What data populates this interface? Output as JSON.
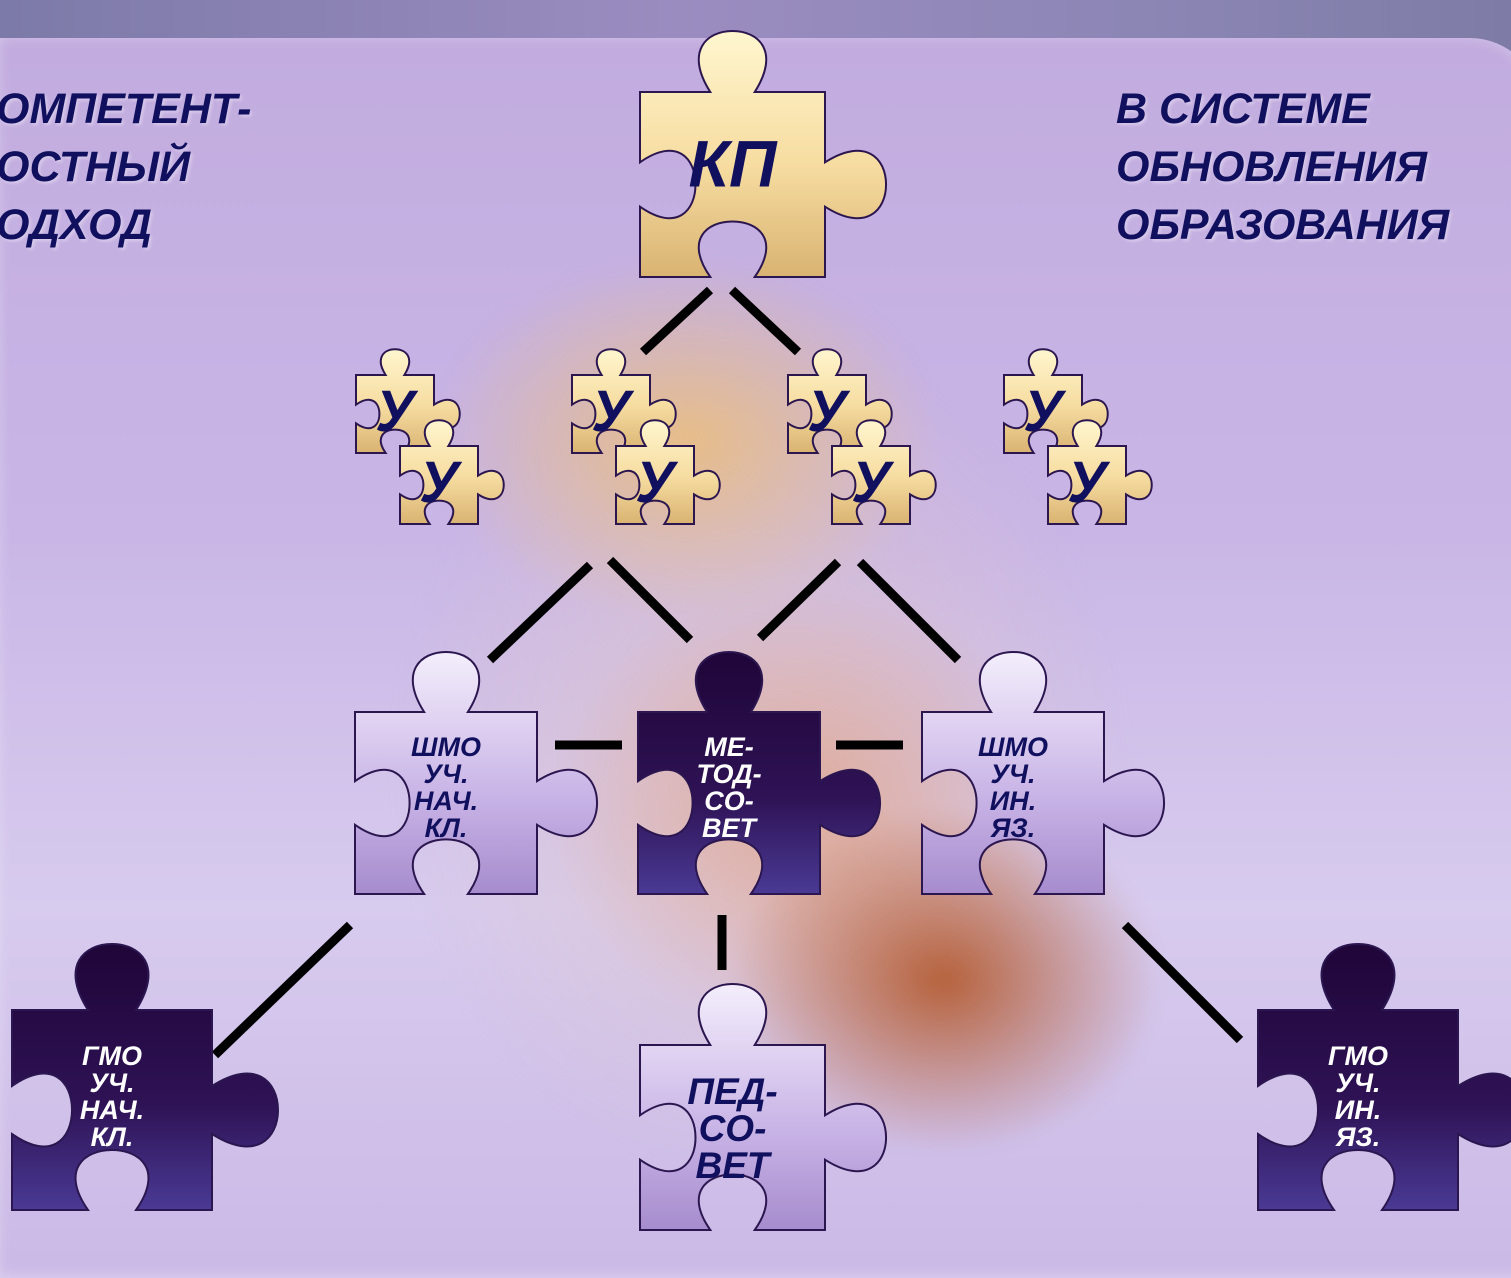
{
  "left_title": [
    "ОМПЕТЕНТ-",
    "ОСТНЫЙ",
    "ОДХОД"
  ],
  "right_title": [
    "В СИСТЕМЕ",
    "ОБНОВЛЕНИЯ",
    "ОБРАЗОВАНИЯ"
  ],
  "colors": {
    "title_text": "#10105e",
    "gold_piece": "#f6dca0",
    "light_piece": "#c8b3e6",
    "dark_piece": "#2a0c4a",
    "connector": "#000000"
  },
  "nodes": {
    "kp": "КП",
    "u_pieces": [
      "У",
      "У",
      "У",
      "У",
      "У",
      "У",
      "У",
      "У"
    ],
    "shmo_nach": [
      "ШМО",
      "УЧ.",
      "НАЧ.",
      "КЛ."
    ],
    "metodsovet": [
      "МЕ-",
      "ТОД-",
      "СО-",
      "ВЕТ"
    ],
    "shmo_in": [
      "ШМО",
      "УЧ.",
      "ИН.",
      "ЯЗ."
    ],
    "gmo_nach": [
      "ГМО",
      "УЧ.",
      "НАЧ.",
      "КЛ."
    ],
    "pedsovet": [
      "ПЕД-",
      "СО-",
      "ВЕТ"
    ],
    "gmo_in": [
      "ГМО",
      "УЧ.",
      "ИН.",
      "ЯЗ."
    ]
  }
}
